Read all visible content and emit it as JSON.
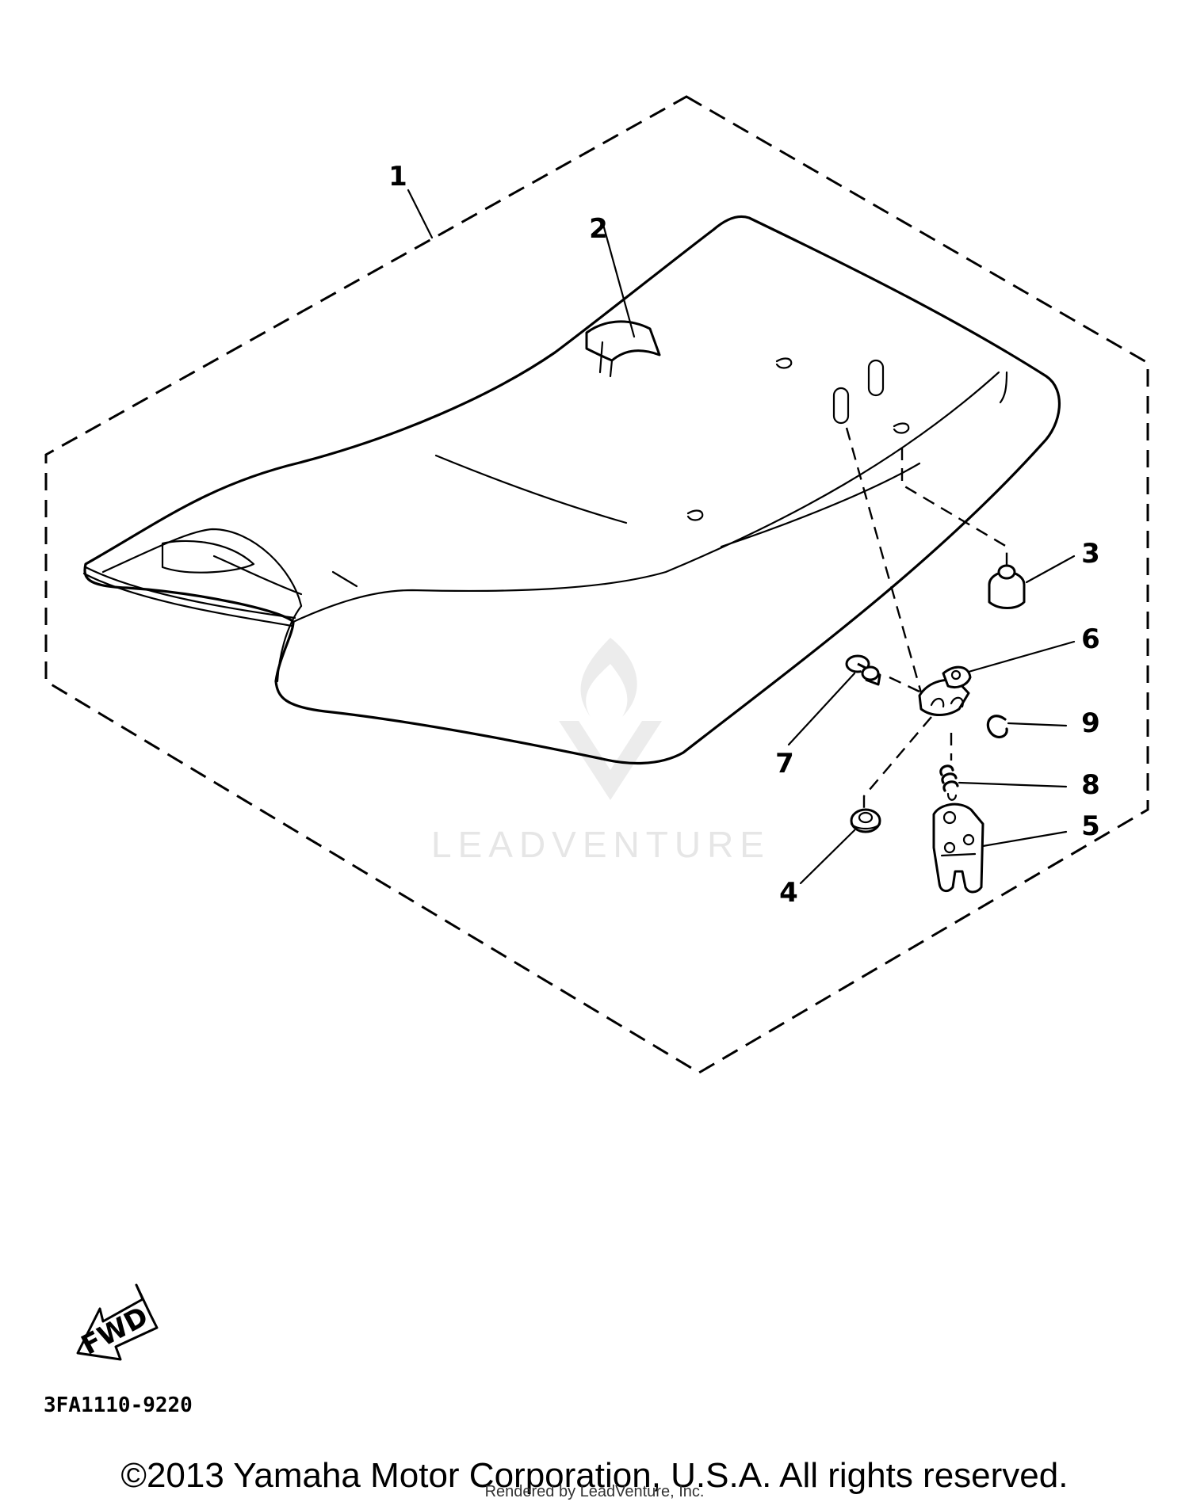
{
  "diagram": {
    "callouts": [
      "1",
      "2",
      "3",
      "4",
      "5",
      "6",
      "7",
      "8",
      "9"
    ],
    "arrow_label": "FWD",
    "part_code": "3FA1110-9220"
  },
  "watermark": {
    "text": "LEADVENTURE",
    "icon": "leadventure-flame-logo"
  },
  "footer": {
    "copyright": "©2013 Yamaha Motor Corporation, U.S.A. All rights reserved.",
    "rendered_by": "Rendered by LeadVenture, Inc."
  }
}
